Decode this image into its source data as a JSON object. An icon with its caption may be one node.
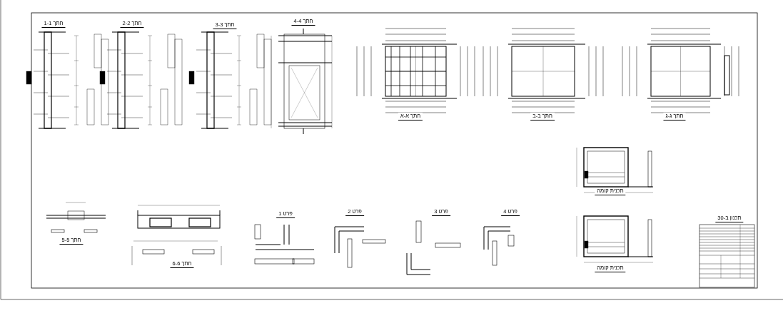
{
  "diagram": {
    "labels": [
      "חתך 1-1",
      "חתך 2-2",
      "חתך 3-3",
      "חתך 4-4",
      "חתך א-א",
      "חתך ב-ב",
      "חתך ג-ג",
      "חתך 5-5",
      "חתך 6-6",
      "פרט 1",
      "פרט 2",
      "פרט 3",
      "פרט 4",
      "תכנית קומה",
      "תכנית קומה",
      "תכנון ב-30"
    ]
  }
}
